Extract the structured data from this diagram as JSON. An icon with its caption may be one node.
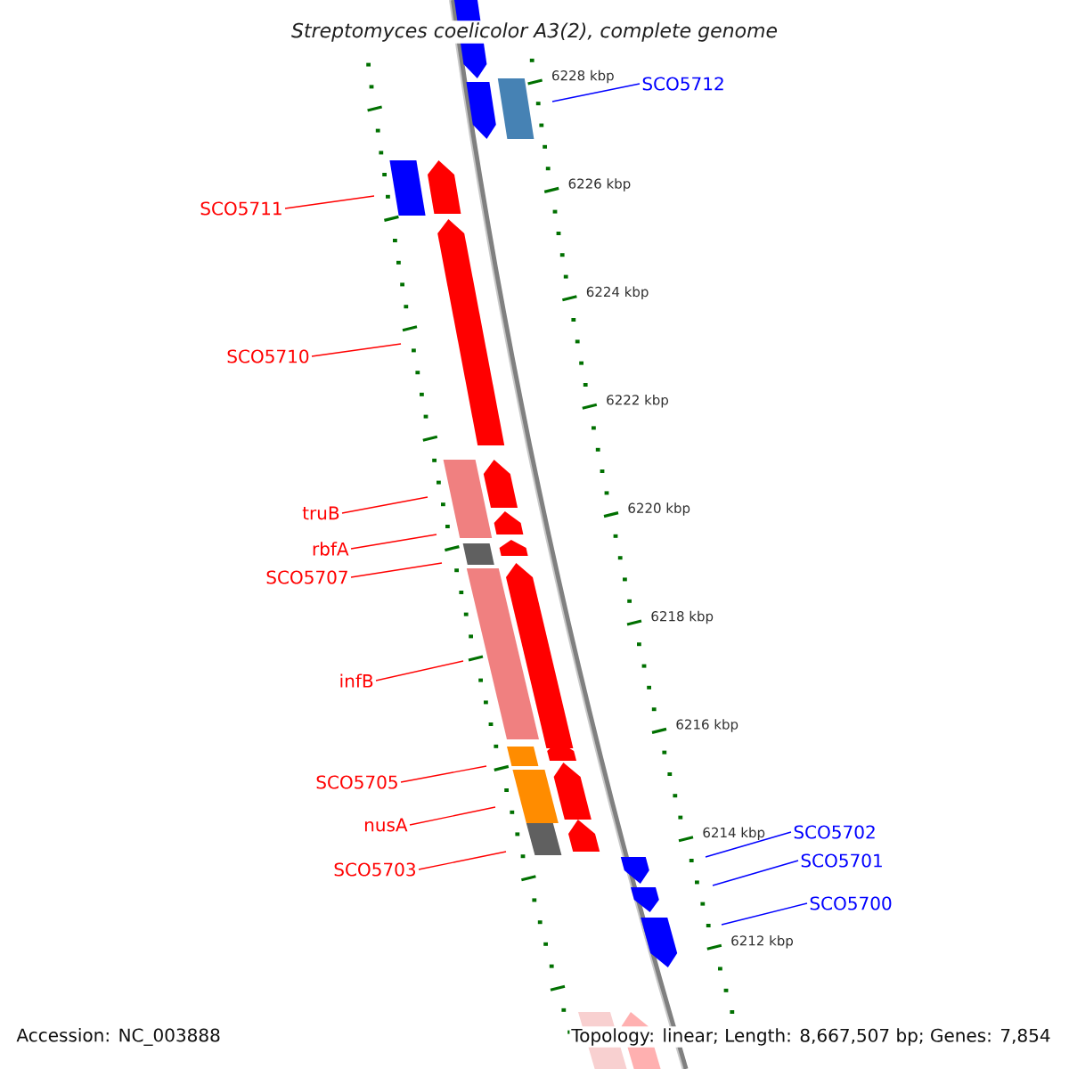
{
  "diagram": {
    "title": "Streptomyces coelicolor A3(2), complete genome",
    "nodes": [
      {
        "text": [
          "SCO5712"
        ]
      },
      {
        "text": [
          "SCO5711"
        ]
      },
      {
        "text": [
          "SCO5710"
        ]
      },
      {
        "text": [
          "truB"
        ]
      },
      {
        "text": [
          "rbfA"
        ]
      },
      {
        "text": [
          "SCO5707"
        ]
      },
      {
        "text": [
          "infB"
        ]
      },
      {
        "text": [
          "SCO5705"
        ]
      },
      {
        "text": [
          "nusA"
        ]
      },
      {
        "text": [
          "SCO5703"
        ]
      },
      {
        "text": [
          "SCO5702"
        ]
      },
      {
        "text": [
          "SCO5701"
        ]
      },
      {
        "text": [
          "SCO5700"
        ]
      }
    ],
    "edges": [
      {
        "from": 0,
        "to": null,
        "arrow": "none",
        "color": "#0000ff"
      },
      {
        "from": 1,
        "to": null,
        "arrow": "none"
      },
      {
        "from": 2,
        "to": null,
        "arrow": "none"
      },
      {
        "from": 3,
        "to": null,
        "arrow": "none"
      },
      {
        "from": 4,
        "to": null,
        "arrow": "none"
      },
      {
        "from": 5,
        "to": null,
        "arrow": "none"
      },
      {
        "from": 6,
        "to": null,
        "arrow": "none"
      },
      {
        "from": 7,
        "to": null,
        "arrow": "none"
      },
      {
        "from": 8,
        "to": null,
        "arrow": "none"
      },
      {
        "from": 9,
        "to": null,
        "arrow": "none"
      },
      {
        "from": 10,
        "to": null,
        "arrow": "none",
        "color": "#0000ff"
      },
      {
        "from": 11,
        "to": null,
        "arrow": "none",
        "color": "#0000ff"
      },
      {
        "from": 12,
        "to": null,
        "arrow": "none",
        "color": "#0000ff"
      }
    ],
    "labels": [
      "6228 kbp",
      "6226 kbp",
      "6224 kbp",
      "6222 kbp",
      "6220 kbp",
      "6218 kbp",
      "6216 kbp",
      "6214 kbp",
      "6212 kbp",
      "Accession: NC_003888",
      "Topology: linear; Length: 8,667,507 bp; Genes: 7,854"
    ]
  }
}
